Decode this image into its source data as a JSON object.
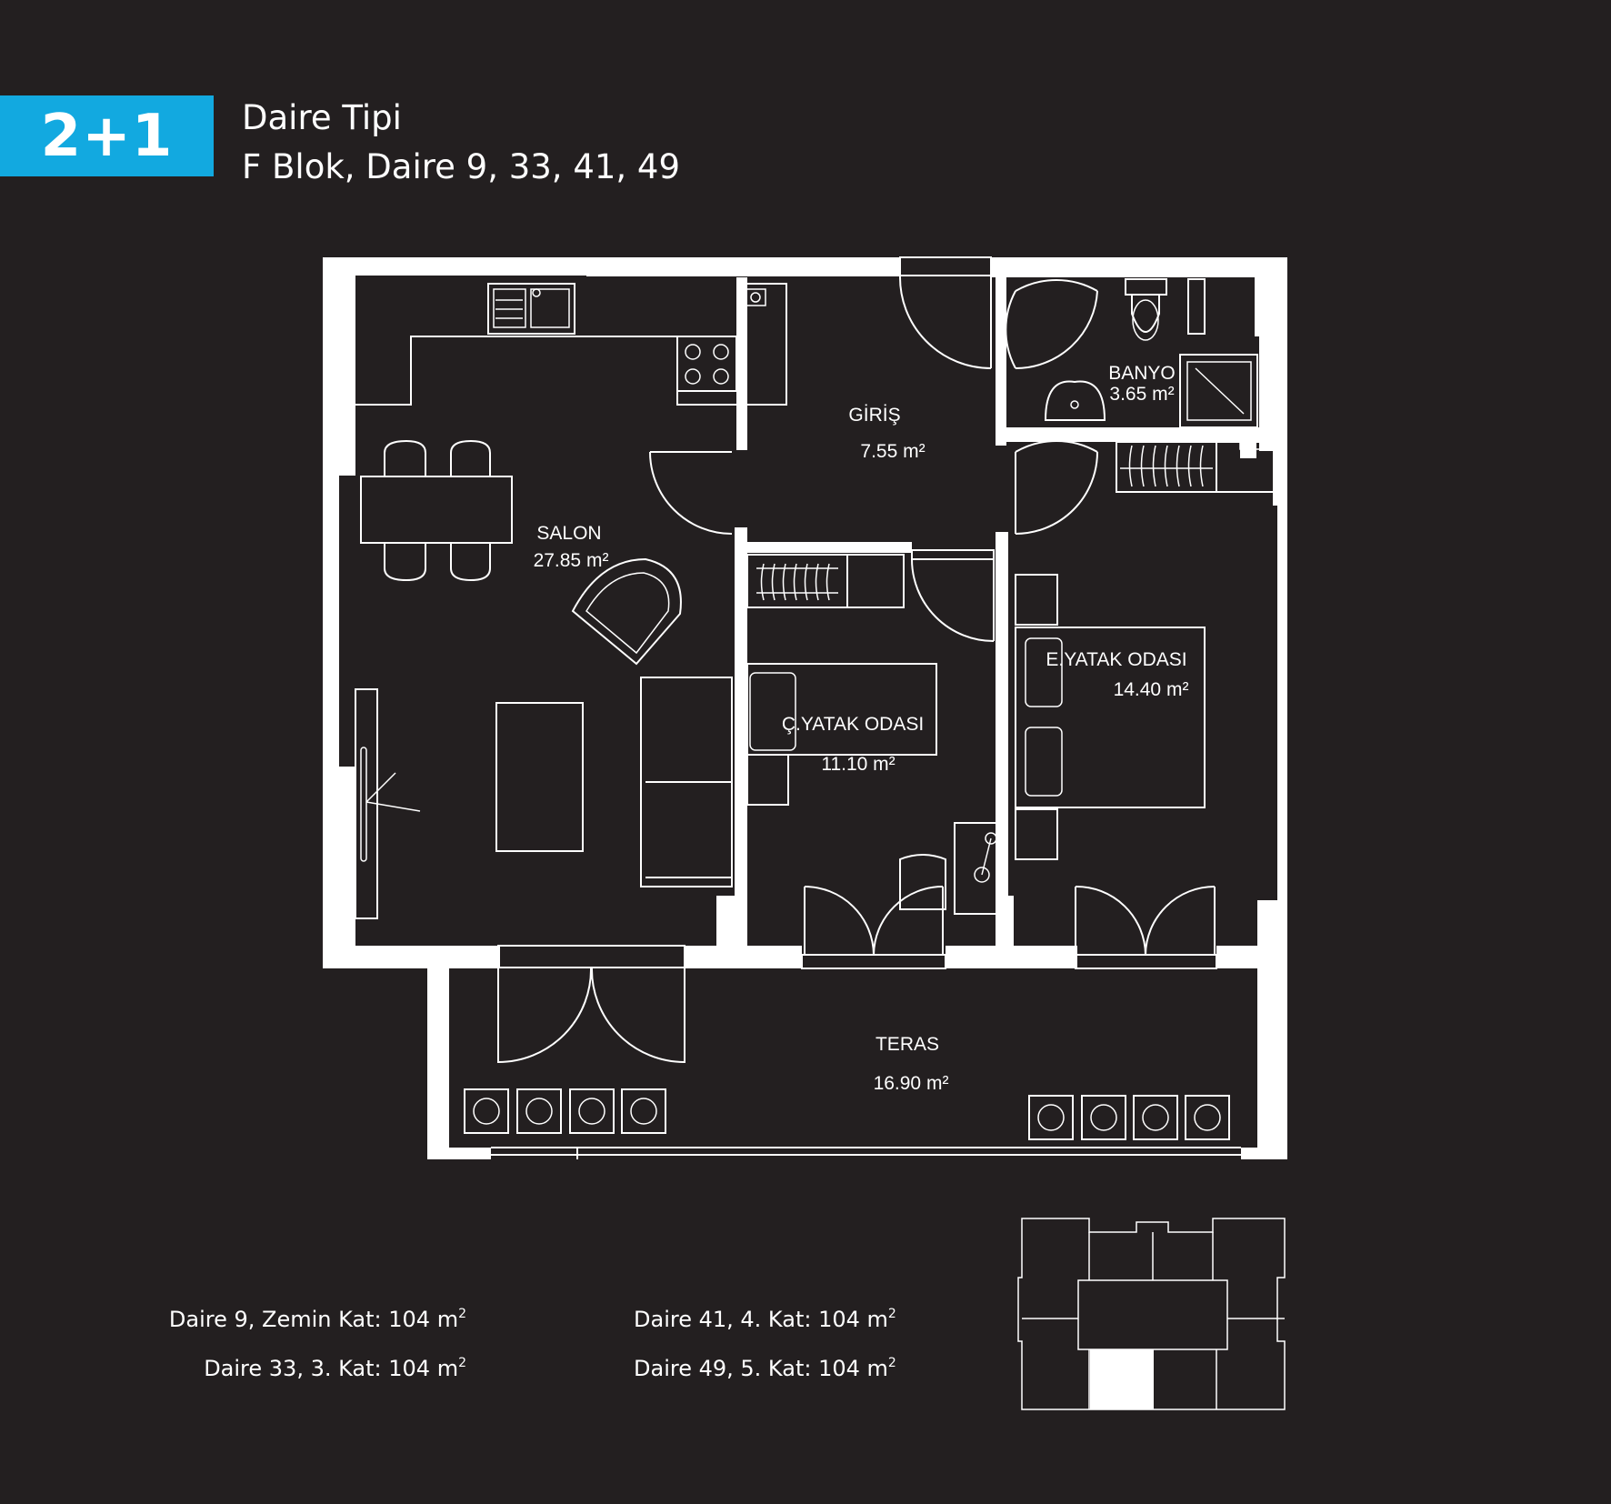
{
  "header": {
    "badge": "2+1",
    "title_line1": "Daire Tipi",
    "title_line2": "F Blok, Daire 9, 33, 41, 49"
  },
  "rooms": {
    "salon": {
      "name": "SALON",
      "area": "27.85 m²"
    },
    "giris": {
      "name": "GİRİŞ",
      "area": "7.55 m²"
    },
    "banyo": {
      "name": "BANYO",
      "area": "3.65 m²"
    },
    "e_yatak": {
      "name": "E.YATAK ODASI",
      "area": "14.40 m²"
    },
    "c_yatak": {
      "name": "Ç.YATAK ODASI",
      "area": "11.10 m²"
    },
    "teras": {
      "name": "TERAS",
      "area": "16.90 m²"
    }
  },
  "units": [
    {
      "label": "Daire 9, Zemin Kat: 104 m",
      "sup": "2"
    },
    {
      "label": "Daire 33, 3. Kat: 104 m",
      "sup": "2"
    },
    {
      "label": "Daire 41, 4. Kat: 104 m",
      "sup": "2"
    },
    {
      "label": "Daire 49, 5. Kat: 104 m",
      "sup": "2"
    }
  ],
  "colors": {
    "background": "#231f20",
    "accent": "#12a9e0",
    "lines": "#ffffff"
  }
}
